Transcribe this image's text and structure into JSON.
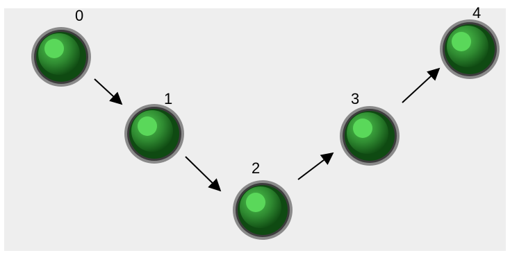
{
  "diagram": {
    "nodes": [
      {
        "label": "0"
      },
      {
        "label": "1"
      },
      {
        "label": "2"
      },
      {
        "label": "3"
      },
      {
        "label": "4"
      }
    ],
    "edges": [
      {
        "from": "0",
        "to": "1"
      },
      {
        "from": "1",
        "to": "2"
      },
      {
        "from": "2",
        "to": "3"
      },
      {
        "from": "3",
        "to": "4"
      }
    ],
    "colors": {
      "background": "#eeeeee",
      "node_ring": "#8a8a8a",
      "node_dark": "#0f4a12",
      "node_mid": "#3a9a3c",
      "node_highlight": "#6ee06e",
      "arrow": "#000000"
    }
  }
}
